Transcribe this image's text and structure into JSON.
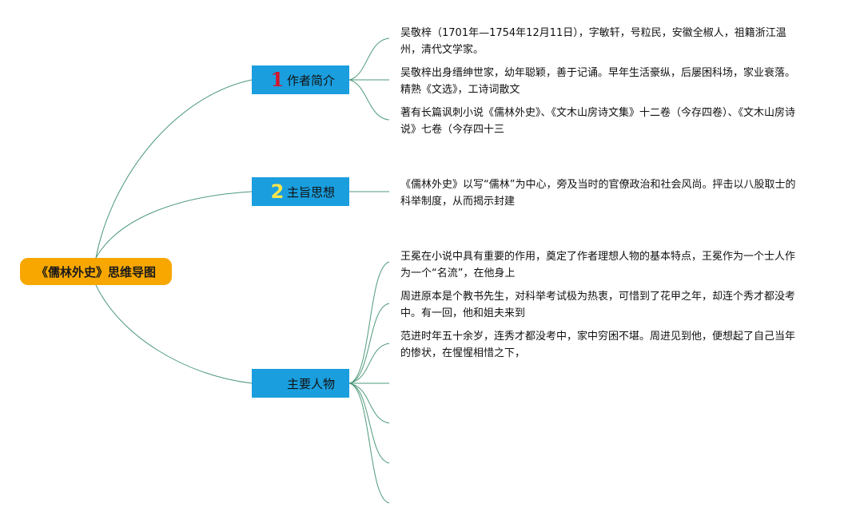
{
  "root": {
    "label": "《儒林外史》思维导图"
  },
  "branches": [
    {
      "number": "1",
      "label": "作者简介",
      "leaves": [
        "吴敬梓（1701年—1754年12月11日），字敏轩，号粒民，安徽全椒人，祖籍浙江温州，清代文学家。",
        "吴敬梓出身缙绅世家，幼年聪颖，善于记诵。早年生活豪纵，后屡困科场，家业衰落。精熟《文选》，工诗词散文",
        "著有长篇讽刺小说《儒林外史》、《文木山房诗文集》十二卷（今存四卷）、《文木山房诗说》七卷（今存四十三"
      ]
    },
    {
      "number": "2",
      "label": "主旨思想",
      "leaves": [
        "《儒林外史》以写“儒林”为中心，旁及当时的官僚政治和社会风尚。抨击以八股取士的科举制度，从而揭示封建"
      ]
    },
    {
      "number": "",
      "label": "主要人物",
      "leaves": [
        "王冕在小说中具有重要的作用，奠定了作者理想人物的基本特点，王冕作为一个士人作为一个“名流”，在他身上",
        "周进原本是个教书先生，对科举考试极为热衷，可惜到了花甲之年，却连个秀才都没考中。有一回，他和姐夫来到",
        "范进时年五十余岁，连秀才都没考中，家中穷困不堪。周进见到他，便想起了自己当年的惨状，在惺惺相惜之下，"
      ]
    }
  ],
  "colors": {
    "root_bg": "#f7a700",
    "topic_bg": "#1a9ede",
    "connector": "#4e9a7a",
    "number_1": "#d3152a",
    "number_2": "#f5e64c"
  }
}
